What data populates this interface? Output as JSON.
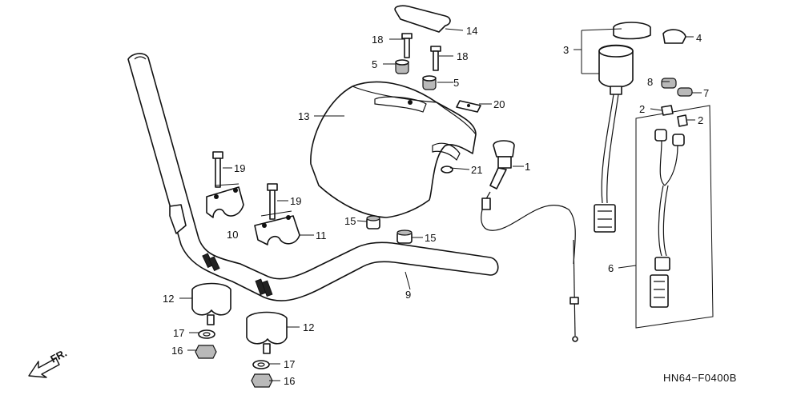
{
  "diagram": {
    "callouts": {
      "c1": "1",
      "c2a": "2",
      "c2b": "2",
      "c3": "3",
      "c4": "4",
      "c5a": "5",
      "c5b": "5",
      "c6": "6",
      "c7": "7",
      "c8": "8",
      "c9": "9",
      "c10": "10",
      "c11": "11",
      "c12a": "12",
      "c12b": "12",
      "c13": "13",
      "c14": "14",
      "c15a": "15",
      "c15b": "15",
      "c16a": "16",
      "c16b": "16",
      "c17a": "17",
      "c17b": "17",
      "c18a": "18",
      "c18b": "18",
      "c19a": "19",
      "c19b": "19",
      "c20": "20",
      "c21": "21"
    },
    "direction_marker": "FR.",
    "drawing_code": "HN64−F0400B"
  }
}
